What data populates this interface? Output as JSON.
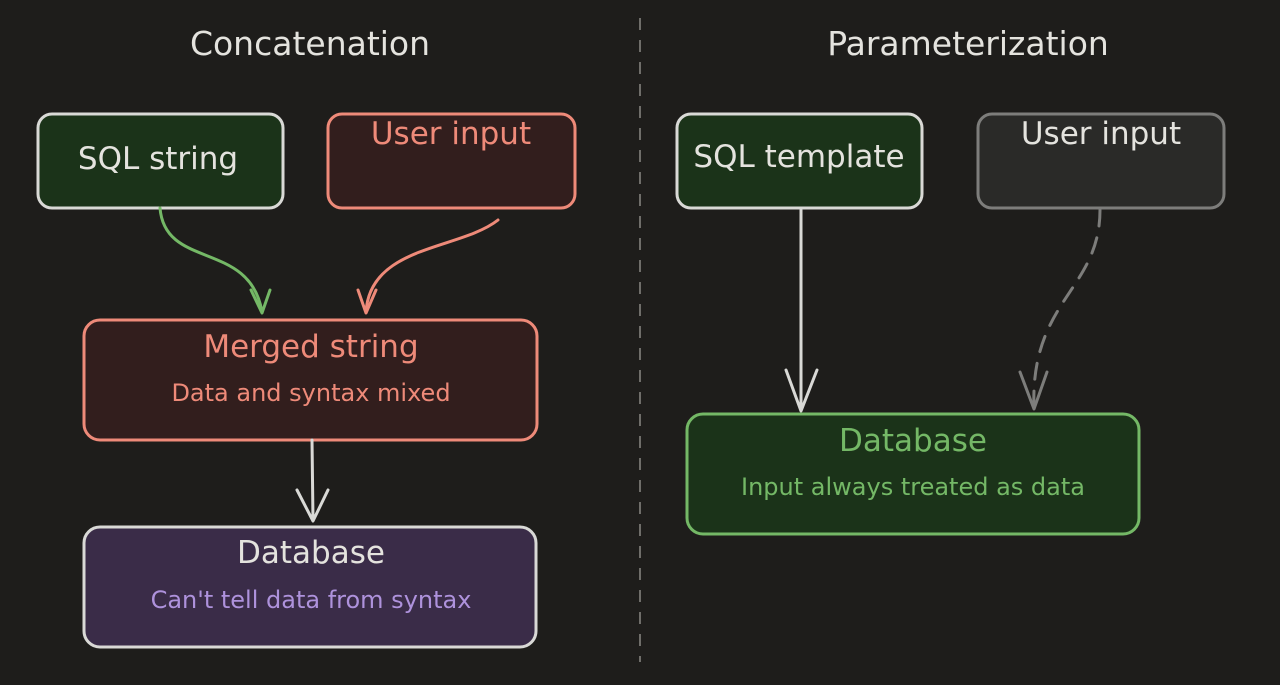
{
  "left": {
    "heading": "Concatenation",
    "sql_box": {
      "label": "SQL string"
    },
    "input_box": {
      "label": "User input"
    },
    "merged_box": {
      "title": "Merged string",
      "subtitle": "Data and syntax mixed"
    },
    "db_box": {
      "title": "Database",
      "subtitle": "Can't tell data from syntax"
    }
  },
  "right": {
    "heading": "Parameterization",
    "template_box": {
      "label": "SQL template"
    },
    "input_box": {
      "label": "User input"
    },
    "db_box": {
      "title": "Database",
      "subtitle": "Input always treated as data"
    }
  },
  "colors": {
    "background": "#1e1d1b",
    "light_stroke": "#d9d9d6",
    "green_fill": "#1b3319",
    "green_accent": "#74b866",
    "red_stroke": "#ee8a79",
    "red_fill": "#321e1d",
    "purple_fill": "#3a2c48",
    "purple_text": "#ae92dc",
    "gray_stroke": "#7d7d7b",
    "gray_fill": "#2a2a28"
  }
}
